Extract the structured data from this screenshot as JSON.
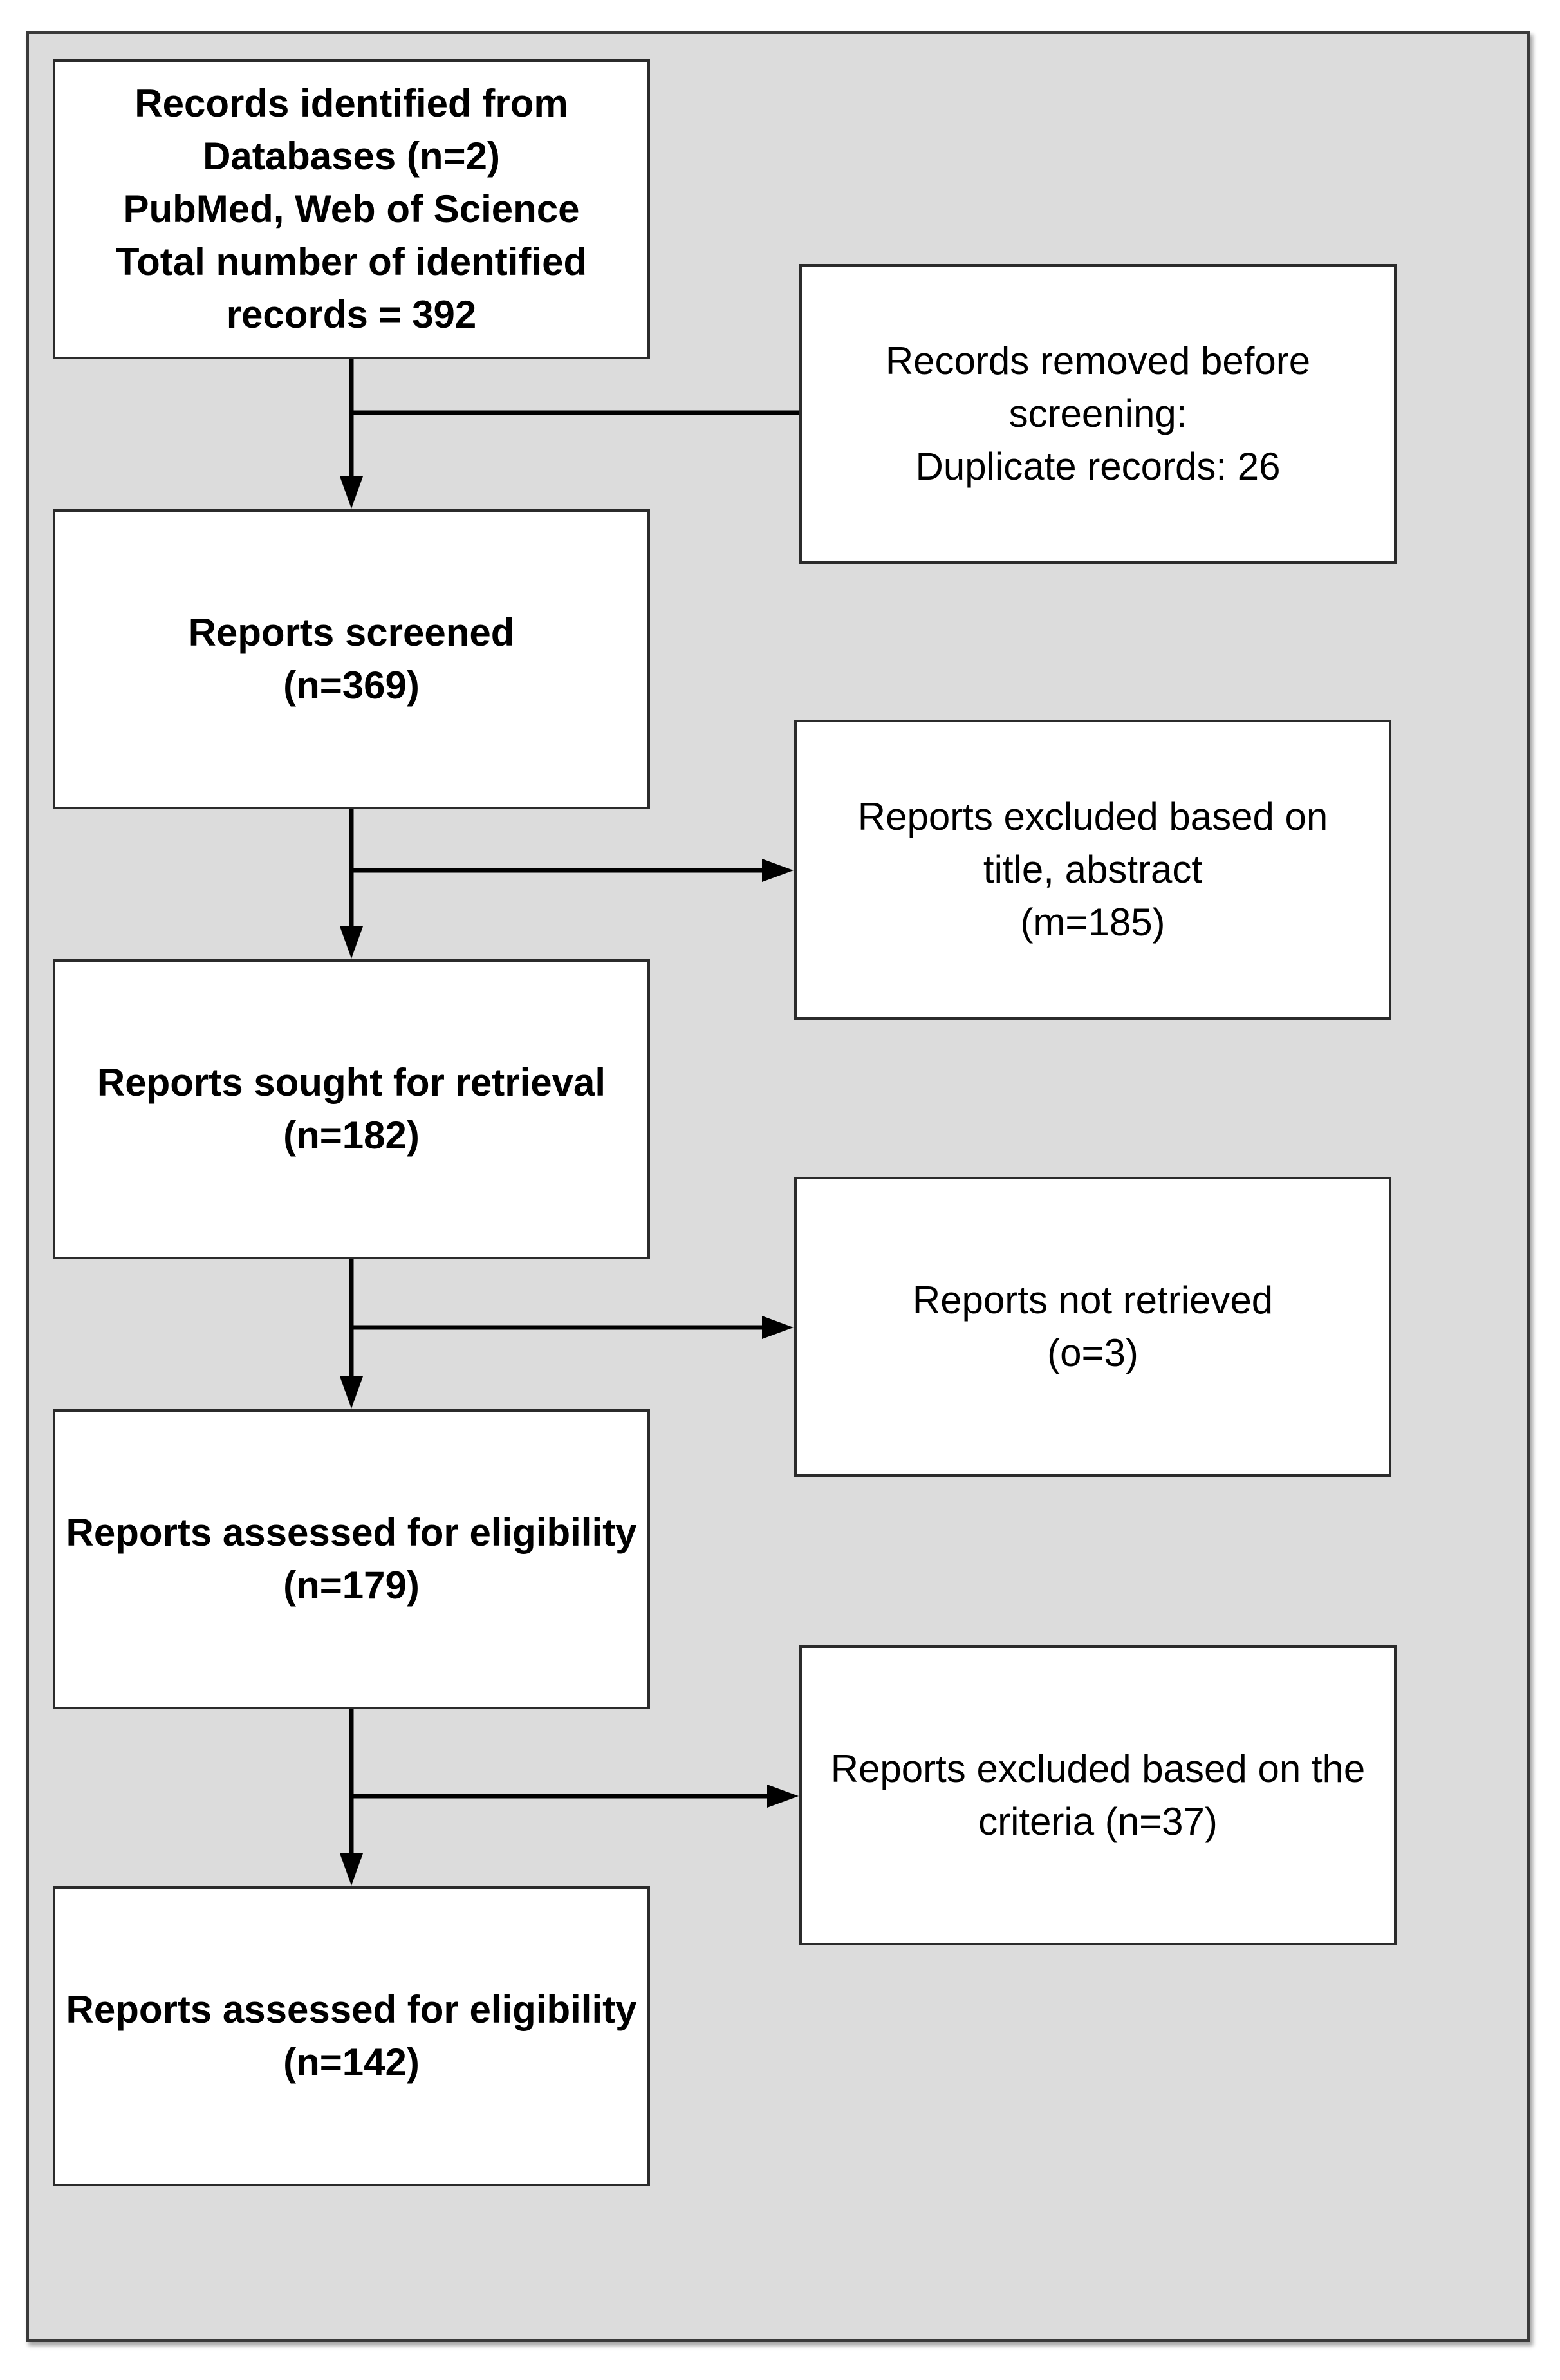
{
  "flowchart": {
    "main_boxes": [
      {
        "lines": [
          "Records identified from",
          "Databases (n=2)",
          "PubMed, Web of Science",
          "Total number of identified",
          "records = 392"
        ]
      },
      {
        "lines": [
          "Reports screened",
          "(n=369)"
        ]
      },
      {
        "lines": [
          "Reports sought for retrieval",
          "(n=182)"
        ]
      },
      {
        "lines": [
          "Reports assessed for eligibility",
          "(n=179)"
        ]
      },
      {
        "lines": [
          "Reports assessed for eligibility",
          "(n=142)"
        ]
      }
    ],
    "side_boxes": [
      {
        "lines": [
          "Records removed before",
          "screening:",
          "Duplicate records: 26"
        ]
      },
      {
        "lines": [
          "Reports excluded based on",
          "title, abstract",
          "(m=185)"
        ]
      },
      {
        "lines": [
          "Reports not retrieved",
          "(o=3)"
        ]
      },
      {
        "lines": [
          "Reports excluded based on the",
          "criteria (n=37)"
        ]
      }
    ]
  },
  "colors": {
    "panel_background": "#dcdcdc",
    "box_fill": "#ffffff",
    "stroke": "#000000"
  }
}
